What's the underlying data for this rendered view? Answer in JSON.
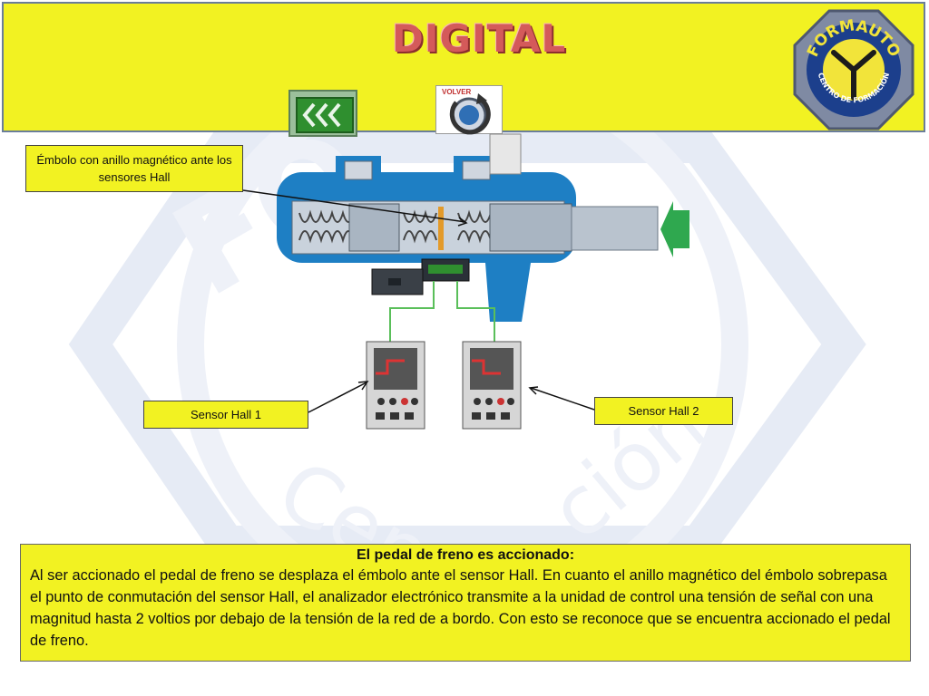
{
  "header": {
    "title": "DIGITAL",
    "back_button_icon": "triple-left-chevron-icon",
    "volver_button_label": "VOLVER",
    "logo": {
      "brand": "FORMAUTO",
      "tagline": "CENTRO DE FORMACIÓN"
    }
  },
  "labels": {
    "piston": "Émbolo con anillo magnético ante los sensores Hall",
    "sensor1": "Sensor Hall 1",
    "sensor2": "Sensor Hall 2"
  },
  "info": {
    "title": "El pedal de freno es accionado:",
    "text": "Al ser accionado el pedal de freno se desplaza el émbolo ante el sensor Hall. En cuanto el anillo magnético del émbolo sobrepasa el punto de conmutación del sensor Hall, el analizador electrónico transmite a la unidad de control una tensión de señal con una magnitud hasta 2 voltios por debajo de la tensión de la red de a bordo. Con esto se reconoce que se encuentra accionado el pedal de freno."
  },
  "colors": {
    "accent_yellow": "#f2f222",
    "cylinder_blue": "#1e7fc4",
    "arrow_green": "#2fa84f",
    "title_red": "#d45a5a"
  }
}
